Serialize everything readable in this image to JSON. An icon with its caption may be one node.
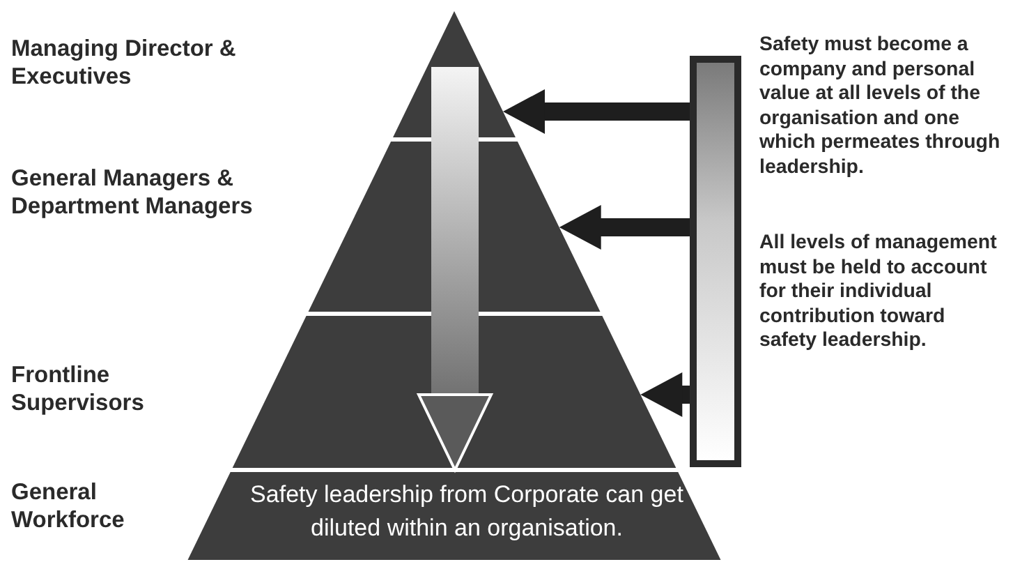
{
  "diagram": {
    "nodes": [
      {
        "text": [],
        "shape": "triangle"
      },
      {
        "text": [],
        "shape": "band",
        "beside": [
          "General Managers & Department Managers"
        ]
      },
      {
        "text": [],
        "shape": "band",
        "beside": [
          "Frontline Supervisors"
        ]
      },
      {
        "text": [
          "Safety leadership from Corporate can get diluted within an organisation."
        ],
        "beside": [
          "General Workforce"
        ]
      },
      {
        "text": [],
        "shape": "bar",
        "beside": [
          "Safety must become a company and personal value at all levels of the organisation and one which permeates through leadership.",
          "All levels of management must be held to account for their individual contribution toward safety leadership."
        ]
      }
    ],
    "edges": [
      {
        "from": 0,
        "to": 1,
        "arrow": "none",
        "style": "thick"
      },
      {
        "from": 1,
        "to": 2,
        "arrow": "none",
        "style": "thick"
      },
      {
        "from": 2,
        "to": 3,
        "arrow": "to",
        "style": "thick"
      },
      {
        "from": 4,
        "to": 0,
        "arrow": "to"
      },
      {
        "from": 4,
        "to": 1,
        "arrow": "to"
      },
      {
        "from": 4,
        "to": 2,
        "arrow": "to"
      }
    ],
    "labels": [
      "Managing Director & Executives"
    ]
  }
}
